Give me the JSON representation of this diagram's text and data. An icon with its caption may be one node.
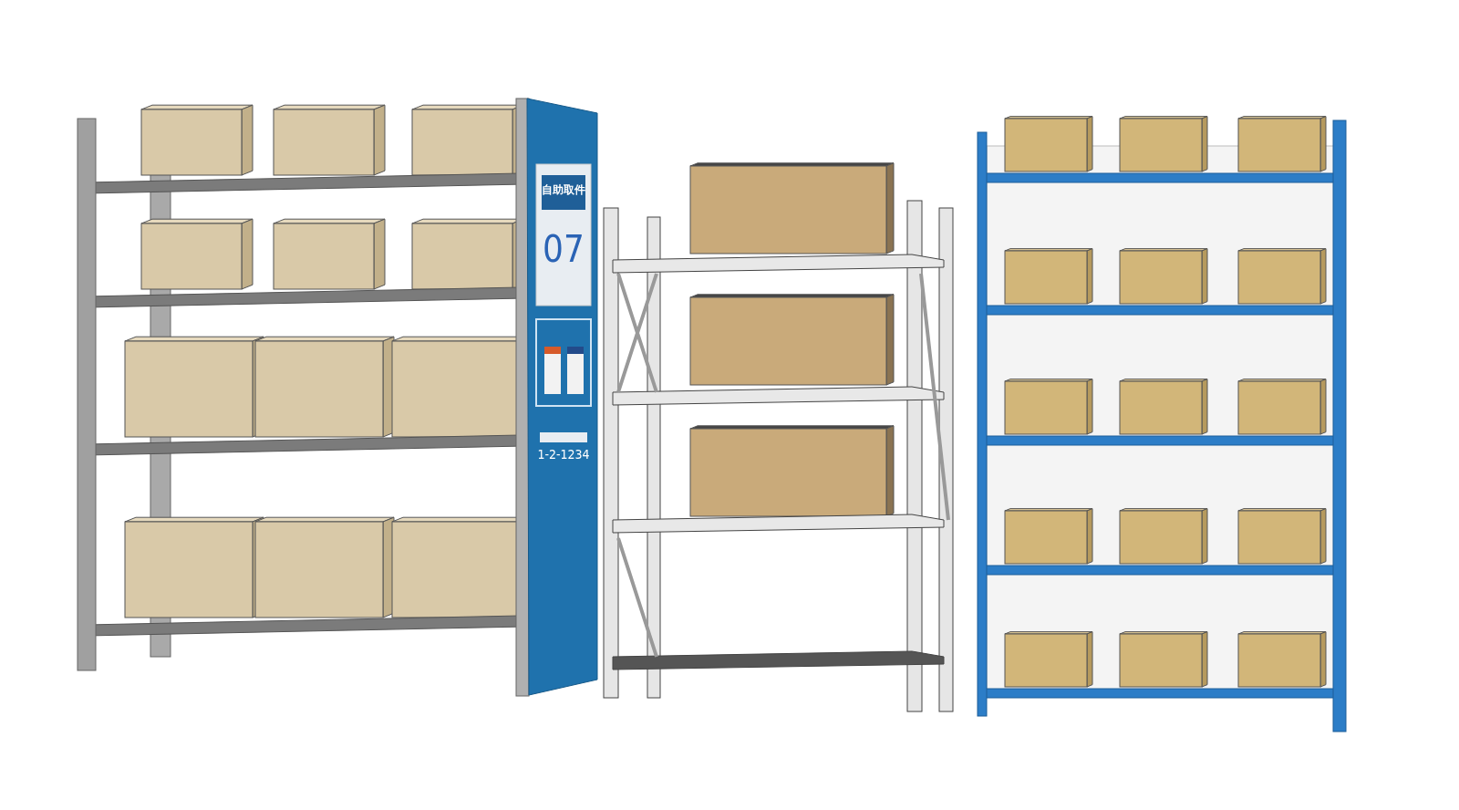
{
  "diagram": {
    "labels": [
      "自助取件",
      "07",
      "1-2-1234"
    ]
  }
}
